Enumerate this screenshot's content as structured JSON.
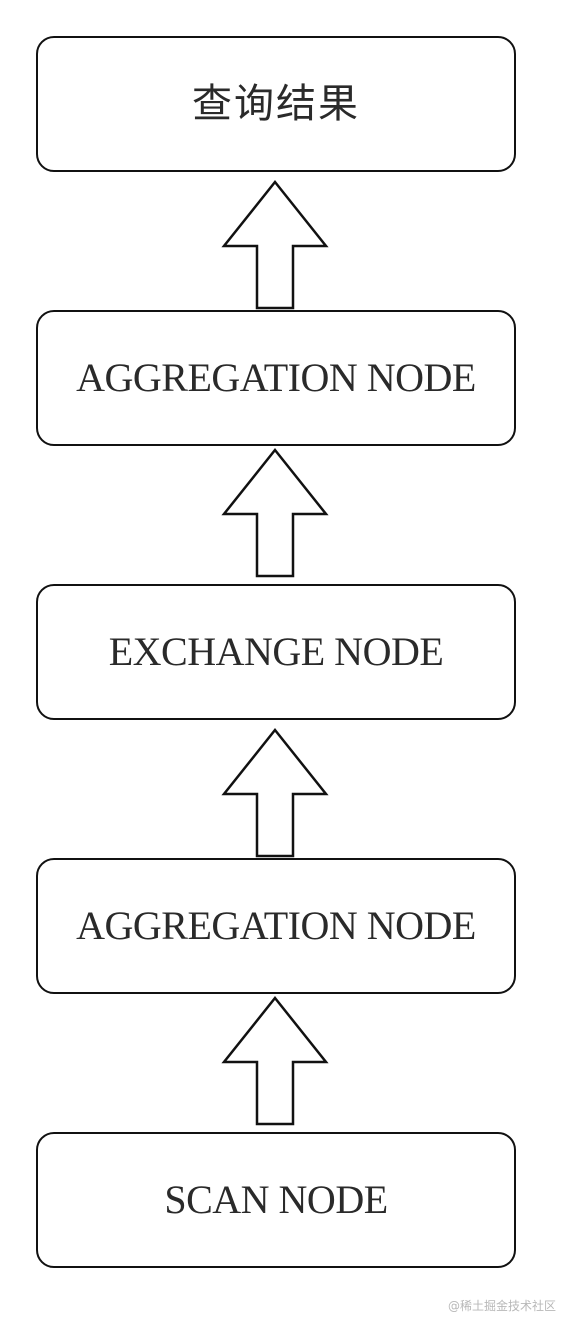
{
  "diagram": {
    "nodes": [
      {
        "label": "查询结果"
      },
      {
        "label": "AGGREGATION NODE"
      },
      {
        "label": "EXCHANGE NODE"
      },
      {
        "label": "AGGREGATION NODE"
      },
      {
        "label": "SCAN NODE"
      }
    ],
    "arrows": [
      {
        "direction": "up"
      },
      {
        "direction": "up"
      },
      {
        "direction": "up"
      },
      {
        "direction": "up"
      }
    ]
  },
  "watermark": "@稀土掘金技术社区",
  "colors": {
    "stroke": "#111111",
    "text": "#2a2a2a",
    "background": "#ffffff",
    "watermark": "#b8b8b8"
  }
}
